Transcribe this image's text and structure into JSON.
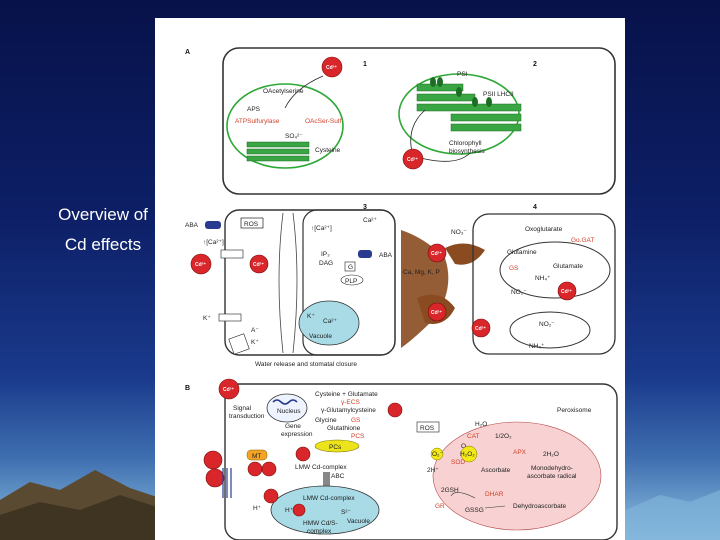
{
  "slide": {
    "caption_line1": "Overview of",
    "caption_line2": "Cd effects"
  },
  "figure": {
    "panel_a": "A",
    "panel_b": "B",
    "sub1": "1",
    "sub2": "2",
    "sub3": "3",
    "sub4": "4",
    "cd": "Cd²⁺",
    "p1": {
      "oacetylserine": "OAcetylserine",
      "aps": "APS",
      "atp_sulfurylase": "ATPSulfurylase",
      "oacser_sulf": "OAcSer-Sulf",
      "so4": "SO₄²⁻",
      "cysteine": "Cysteine"
    },
    "p2": {
      "psi": "PSI",
      "psii": "PSII LHCII",
      "chl1": "Chlorophyll",
      "chl2": "biosynthesis"
    },
    "p3": {
      "aba": "ABA",
      "ros": "ROS",
      "ca_cyt": "↑[Ca²⁺]",
      "ca2": "Ca²⁺",
      "ca_cyt2": "↑[Ca²⁺]",
      "ip3": "IP₃",
      "dag": "DAG",
      "g": "G",
      "plp": "PLP",
      "aba2": "ABA",
      "k": "K⁺",
      "a": "A⁻",
      "k2": "K⁺",
      "kvac": "K⁺",
      "ca_vac": "Ca²⁺",
      "vacuole": "Vacuole",
      "water": "Water release and stomatal closure"
    },
    "p4": {
      "no3": "NO₃⁻",
      "oxo": "Oxoglutarate",
      "gogat": "Go.GAT",
      "glutamine": "Glutamine",
      "gs": "GS",
      "glutamate": "Glutamate",
      "nh4": "NH₄⁺",
      "no2": "NO₂⁻",
      "minerals": "Ca, Mg, K, P",
      "no2b": "NO₂⁻",
      "nh4b": "NH₄⁺"
    },
    "pb": {
      "cys_glu": "Cysteine + Glutamate",
      "gcs": "γ-ECS",
      "gec": "γ-Glutamylcysteine",
      "glycine": "Glycine",
      "gs": "GS",
      "gsh": "Glutathione",
      "pcs": "PCS",
      "pcs2": "PCs",
      "signal1": "Signal",
      "signal2": "transduction",
      "nucleus": "Nucleus",
      "gene1": "Gene",
      "gene2": "expression",
      "mt": "MT",
      "lmw": "LMW Cd-complex",
      "abc": "ABC",
      "lmw2": "LMW Cd-complex",
      "h": "H⁺",
      "h2": "H⁺",
      "s2": "S²⁻",
      "vacuole": "Vacuole",
      "hmw1": "HMW Cd/S-",
      "hmw2": "complex",
      "peroxisome": "Peroxisome",
      "ros": "ROS",
      "h2o": "H₂O",
      "cat": "CAT",
      "half_o2": "1/2O₂",
      "o2": "O₂⁻",
      "o2b": "O₂",
      "h2o2": "H₂O₂",
      "apx": "APX",
      "twoh2o": "2H₂O",
      "sod": "SOD",
      "twoh": "2H⁺",
      "ascorbate": "Ascorbate",
      "mda1": "Monodehydro-",
      "mda2": "ascorbate radical",
      "twogsh": "2GSH",
      "dhar": "DHAR",
      "gr": "GR",
      "gssg": "GSSG",
      "dha": "Dehydroascorbate"
    }
  }
}
